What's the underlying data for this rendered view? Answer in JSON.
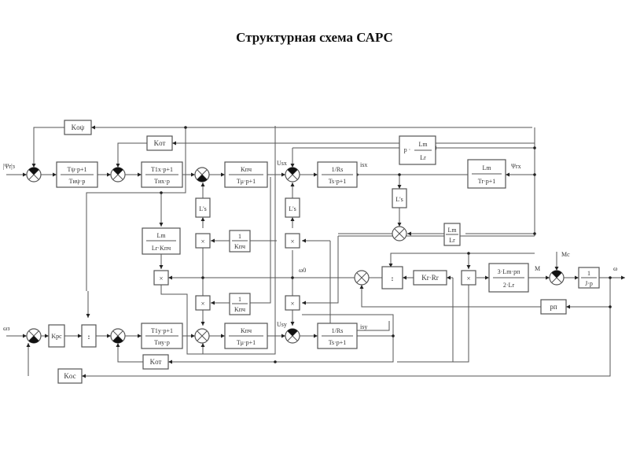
{
  "title": "Структурная схема САРС",
  "signals": {
    "psi_ref": "|Ψr|з",
    "omega_ref": "ωз",
    "usx": "Usx",
    "usy": "Usy",
    "isx": "isx",
    "isy": "isy",
    "psi_rx": "Ψrx",
    "omega0": "ω0",
    "torque": "M",
    "load": "Mc",
    "omega": "ω"
  },
  "blocks": {
    "k_opsi": "Koψ",
    "k_ot_top": "Kот",
    "k_ot_bottom": "Kот",
    "k_os": "Kос",
    "k_rs": "Kрс",
    "psi_reg": {
      "num": "Tψ·p+1",
      "den": "Tиψ·p"
    },
    "ix_reg": {
      "num": "T1x·p+1",
      "den": "Tиx·p"
    },
    "iy_reg": {
      "num": "T1y·p+1",
      "den": "Tиy·p"
    },
    "conv_x": {
      "num": "Kпч",
      "den": "Tμ·p+1"
    },
    "conv_y": {
      "num": "Kпч",
      "den": "Tμ·p+1"
    },
    "stator_x": {
      "num": "1/Rs",
      "den": "Ts·p+1"
    },
    "stator_y": {
      "num": "1/Rs",
      "den": "Ts·p+1"
    },
    "rotor": {
      "num": "Lm",
      "den": "Tr·p+1"
    },
    "p_lm_lr": {
      "pre": "p ·",
      "num": "Lm",
      "den": "Lr"
    },
    "lm_lr": {
      "num": "Lm",
      "den": "Lr"
    },
    "lm_lr_kpch": {
      "num": "Lm",
      "den": "Lr·Kпч"
    },
    "inv_kpch_1": {
      "num": "1",
      "den": "Kпч"
    },
    "inv_kpch_2": {
      "num": "1",
      "den": "Kпч"
    },
    "ls_1": "L's",
    "ls_2": "L's",
    "ls_3": "L's",
    "kr_rr": "Kr·Rr",
    "torque_gain": {
      "num": "3·Lm·pп",
      "den": "2·Lr"
    },
    "inertia": {
      "num": "1",
      "den": "J·p"
    },
    "pp": "pп",
    "divider_symbol": ":",
    "multiplier_symbol": "×"
  }
}
